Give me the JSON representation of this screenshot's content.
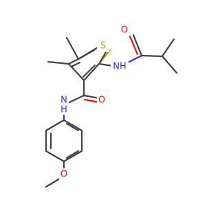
{
  "molecule": {
    "colors": {
      "carbon": "#404040",
      "nitrogen": "#3030ff",
      "oxygen": "#ff0d0d",
      "sulfur": "#b2a100",
      "background": "#ffffff"
    },
    "atom_labels": {
      "sulfur": "S",
      "oxygen_isobutyramide": "O",
      "nh_isobutyramide": "NH",
      "oxygen_carboxamide": "O",
      "nh_carboxamide": "N",
      "nh_carboxamide_h": "H",
      "oxygen_methoxy": "O"
    }
  }
}
